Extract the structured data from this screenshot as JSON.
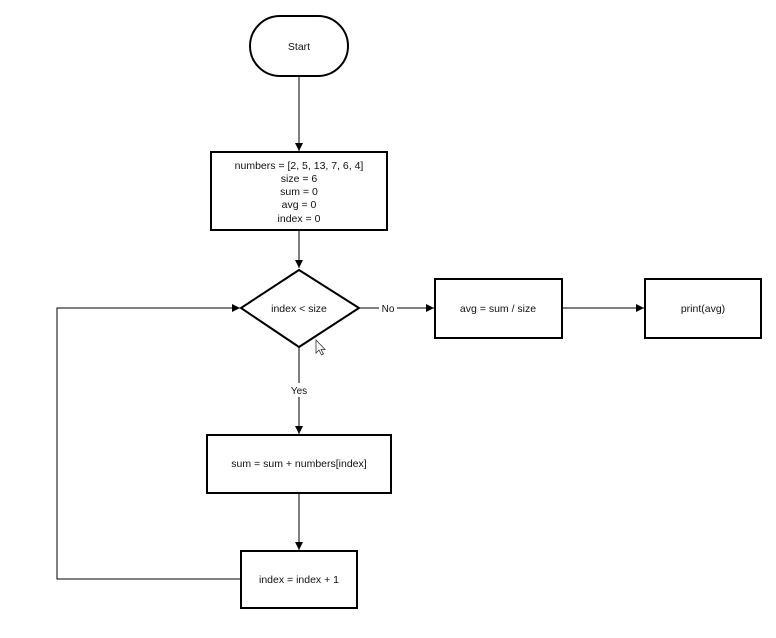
{
  "diagram": {
    "type": "flowchart",
    "nodes": {
      "start": {
        "label": "Start"
      },
      "init": {
        "lines": [
          "numbers = [2, 5, 13, 7, 6, 4]",
          "size = 6",
          "sum = 0",
          "avg = 0",
          "index = 0"
        ]
      },
      "condition": {
        "label": "index < size"
      },
      "compute_avg": {
        "label": "avg = sum / size"
      },
      "print": {
        "label": "print(avg)"
      },
      "accumulate": {
        "label": "sum = sum + numbers[index]"
      },
      "increment": {
        "label": "index = index + 1"
      }
    },
    "edges": {
      "no": {
        "label": "No"
      },
      "yes": {
        "label": "Yes"
      }
    }
  }
}
